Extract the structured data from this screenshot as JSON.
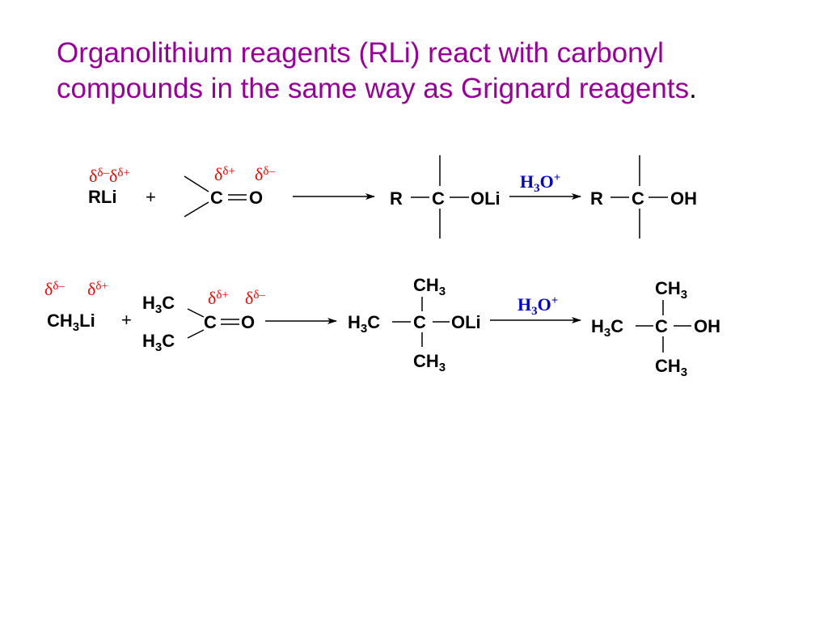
{
  "title": {
    "text": "Organolithium reagents (RLi) react with carbonyl compounds in the same way as Grignard reagents",
    "period": "."
  },
  "reaction1": {
    "reagent": "RLi",
    "reagent_partials": [
      "δ–",
      "δ+"
    ],
    "plus": "+",
    "carbonyl": {
      "carbon": "C",
      "oxygen": "O",
      "partials": [
        "δ+",
        "δ–"
      ]
    },
    "alkoxide": {
      "left": "R",
      "center": "C",
      "right": "OLi"
    },
    "workup": {
      "base": "H",
      "sub": "3",
      "main": "O",
      "sup": "+"
    },
    "alcohol": {
      "left": "R",
      "center": "C",
      "right": "OH"
    }
  },
  "reaction2": {
    "reagent": {
      "pre": "CH",
      "sub": "3",
      "post": "Li"
    },
    "reagent_partials": [
      "δ–",
      "δ+"
    ],
    "plus": "+",
    "carbonyl": {
      "methyl": {
        "pre": "H",
        "sub": "3",
        "post": "C"
      },
      "carbon": "C",
      "oxygen": "O",
      "partials": [
        "δ+",
        "δ–"
      ]
    },
    "alkoxide": {
      "methyl_left": {
        "pre": "H",
        "sub": "3",
        "post": "C"
      },
      "center": "C",
      "right": "OLi",
      "methyl_vertical": {
        "pre": "CH",
        "sub": "3"
      }
    },
    "workup": {
      "base": "H",
      "sub": "3",
      "main": "O",
      "sup": "+"
    },
    "alcohol": {
      "methyl_left": {
        "pre": "H",
        "sub": "3",
        "post": "C"
      },
      "center": "C",
      "right": "OH",
      "methyl_vertical": {
        "pre": "CH",
        "sub": "3"
      }
    }
  },
  "colors": {
    "title": "#990099",
    "partial_charge": "#ff0000",
    "reagent": "#0000cc",
    "structure": "#000000"
  }
}
